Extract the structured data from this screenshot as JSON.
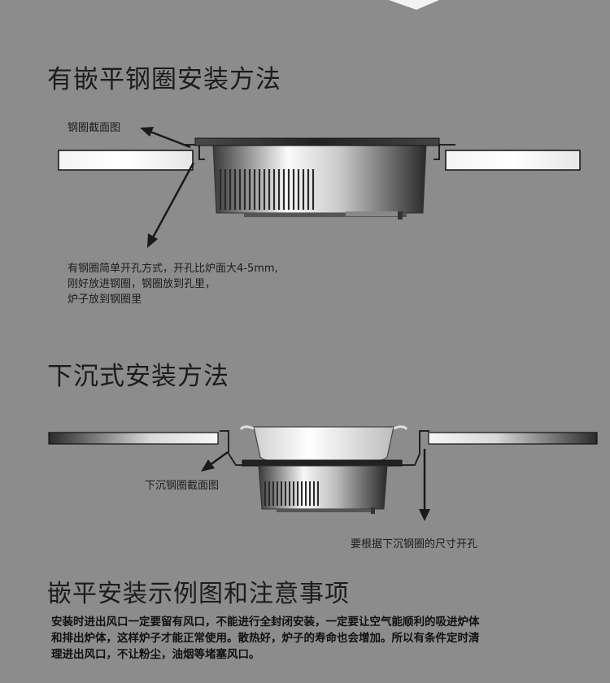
{
  "section1": {
    "title": "有嵌平钢圈安装方法",
    "label_cross_section": "钢圈截面图",
    "description": [
      "有钢圈简单开孔方式，开孔比炉面大4-5mm,",
      "刚好放进钢圈，钢圈放到孔里，",
      "炉子放到钢圈里"
    ]
  },
  "section2": {
    "title": "下沉式安装方法",
    "label_cross_section": "下沉钢圈截面图",
    "label_cutout": "要根据下沉钢圈的尺寸开孔"
  },
  "section3": {
    "title": "嵌平安装示例图和注意事项",
    "notes": [
      "安装时进出风口一定要留有风口，不能进行全封闭安装，一定要让空气能顺利的吸进炉体",
      "和排出炉体，这样炉子才能正常使用。散热好，炉子的寿命也会增加。所以有条件定时清",
      "理进出风口，不让粉尘，油烟等堵塞风口。"
    ]
  },
  "colors": {
    "background": "#8c8c8c",
    "text": "#1c1c1c",
    "arrow": "#1a1a1a"
  }
}
